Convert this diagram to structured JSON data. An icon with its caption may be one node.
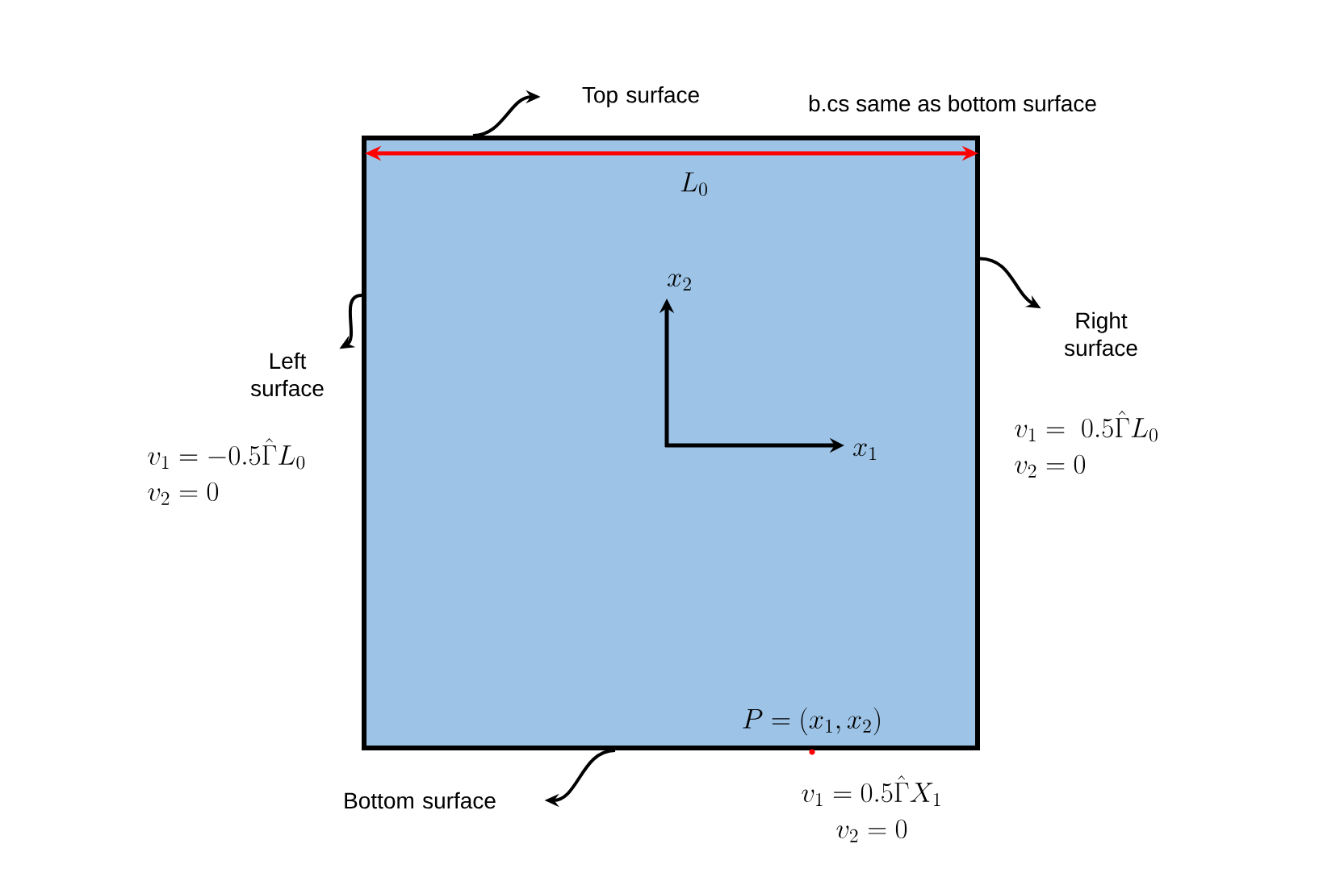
{
  "diagram": {
    "nodes": [
      {
        "text": [],
        "shape": "box"
      },
      {
        "text": [
          "Top surface"
        ]
      },
      {
        "text": [
          "Left surface"
        ]
      },
      {
        "text": [
          "Right surface"
        ]
      },
      {
        "text": [
          "Bottom surface"
        ]
      }
    ],
    "edges": [
      {
        "from": 0,
        "to": 1,
        "arrow": "to"
      },
      {
        "from": 0,
        "to": 2,
        "arrow": "to"
      },
      {
        "from": 0,
        "to": 3,
        "arrow": "to"
      },
      {
        "from": 0,
        "to": 4,
        "arrow": "to"
      }
    ],
    "labels": [
      "b.cs same as bottom surface",
      "L_0",
      "x_2",
      "x_1",
      "v_1 = -0.5\\hat{\\Gamma}L_0",
      "v_2 = 0",
      "v_1 = \\ 0.5\\hat{\\Gamma}L_0",
      "v_2 = 0",
      "P = (x_1, x_2)",
      "v_1 = 0.5\\hat{\\Gamma}X_1",
      "v_2 = 0"
    ]
  }
}
